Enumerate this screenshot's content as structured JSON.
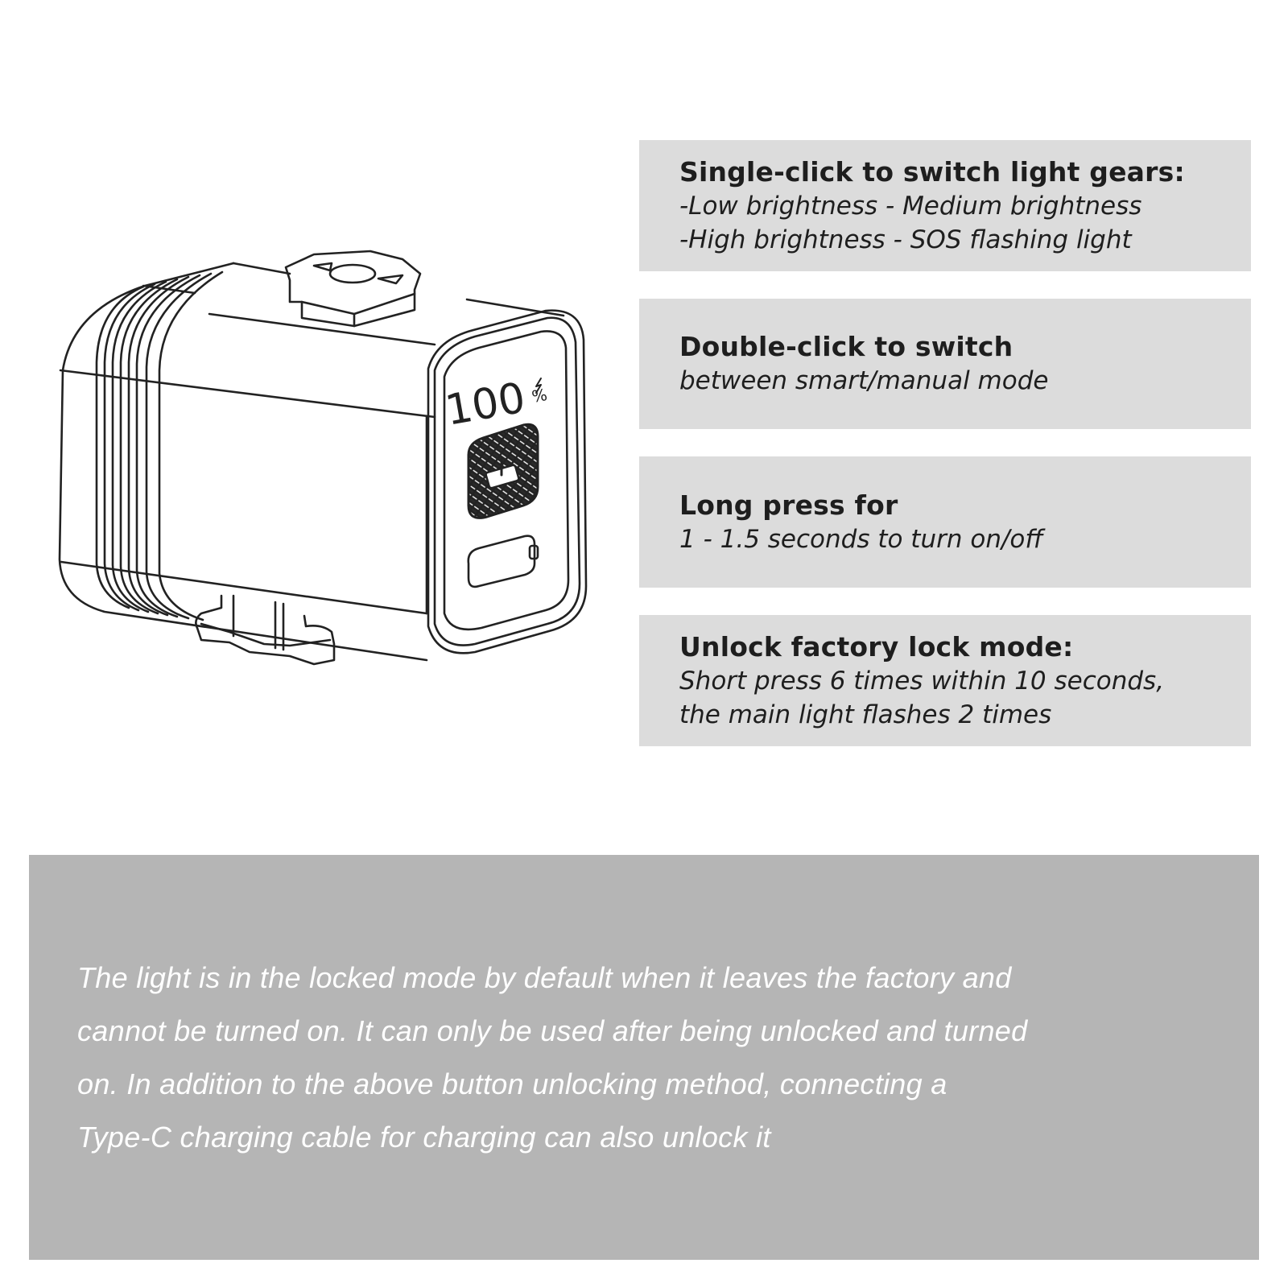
{
  "device": {
    "display_value": "100",
    "display_unit": "%",
    "charging_icon": "lightning-bolt-icon",
    "button_icon": "power-battery-icon"
  },
  "instructions": [
    {
      "title": "Single-click to switch light gears:",
      "lines": [
        "-Low brightness - Medium brightness",
        "-High brightness - SOS flashing light"
      ]
    },
    {
      "title": "Double-click to switch",
      "lines": [
        "between smart/manual mode"
      ]
    },
    {
      "title": "Long press for",
      "lines": [
        "1 - 1.5 seconds to turn on/off"
      ]
    },
    {
      "title": "Unlock factory lock mode:",
      "lines": [
        "Short press 6 times within 10 seconds,",
        "the main light flashes 2 times"
      ]
    }
  ],
  "note": {
    "lines": [
      "The light is in the locked mode by default when it leaves the factory and",
      "cannot be turned on. It can only be used after being unlocked and turned",
      "on. In addition to the above button unlocking method, connecting a",
      "Type-C charging cable for charging can also unlock it"
    ]
  },
  "colors": {
    "background": "#ffffff",
    "info_box": "#dcdcdc",
    "note_panel": "#b5b5b5",
    "text_dark": "#1e1e1e",
    "text_light": "#ffffff",
    "line_art": "#222222"
  }
}
